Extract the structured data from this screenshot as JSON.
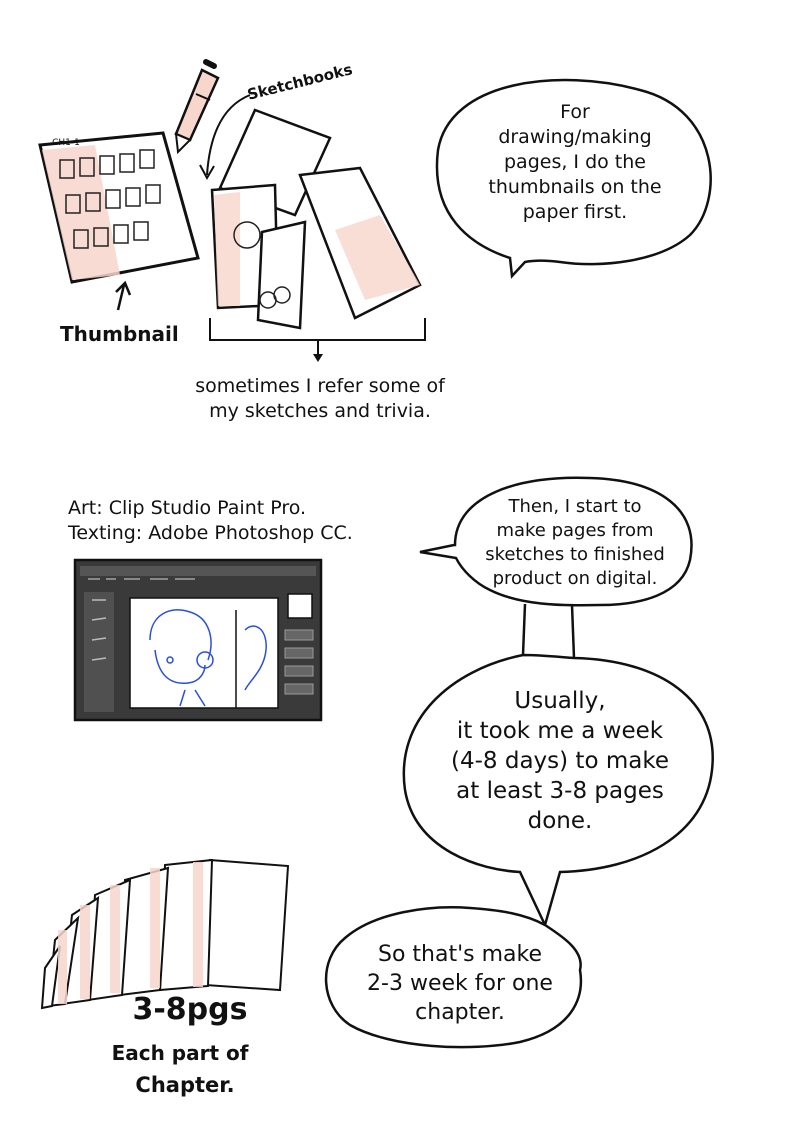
{
  "top": {
    "labels": {
      "sketchbooks": "Sketchbooks",
      "thumbnail": "Thumbnail",
      "refer_line1": "sometimes I refer some of",
      "refer_line2": "my sketches and trivia.",
      "thumb_sheet_header": "CH1-1"
    },
    "bubble1": [
      "For",
      "drawing/making",
      "pages, I do the",
      "thumbnails on the",
      "paper first."
    ]
  },
  "middle": {
    "software": {
      "art": "Art: Clip Studio Paint Pro.",
      "texting": "Texting: Adobe Photoshop CC."
    },
    "bubble2": [
      "Then, I start to",
      "make pages from",
      "sketches to finished",
      "product on digital."
    ],
    "bubble3": [
      "Usually,",
      "it took me a week",
      "(4-8 days) to make",
      "at least 3-8 pages",
      "done."
    ]
  },
  "bottom": {
    "pages_count": "3-8pgs",
    "caption_line1": "Each part of",
    "caption_line2": "Chapter.",
    "bubble4": [
      "So that's make",
      "2-3 week for one",
      "chapter."
    ]
  },
  "colors": {
    "ink": "#111111",
    "blush": "#f7d6cc",
    "screen_frame": "#3a3a3a",
    "sketch_blue": "#2a4fd8"
  }
}
